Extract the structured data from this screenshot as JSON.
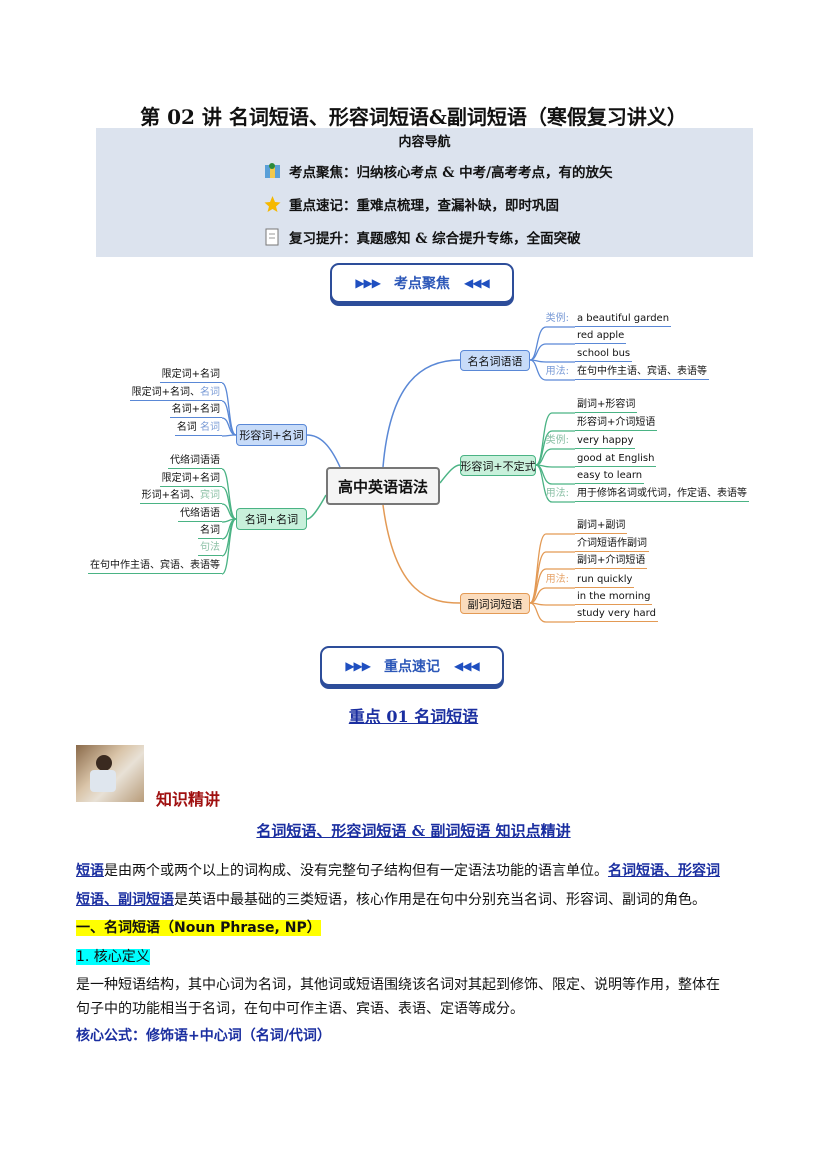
{
  "title": "第 02 讲  名词短语、形容词短语&副词短语（寒假复习讲义）",
  "nav": {
    "heading": "内容导航",
    "items": [
      {
        "icon": "map-icon",
        "label": "考点聚焦：归纳核心考点 & 中考/高考考点，有的放矢"
      },
      {
        "icon": "star-icon",
        "label": "重点速记：重难点梳理，查漏补缺，即时巩固"
      },
      {
        "icon": "document-icon",
        "label": "复习提升：真题感知 & 综合提升专练，全面突破"
      }
    ]
  },
  "section1": {
    "left": "▶▶▶",
    "label": "考点聚焦",
    "right": "◀◀◀"
  },
  "mindmap": {
    "center": "高中英语语法",
    "right": [
      {
        "node": "名名词语语",
        "leaves": [
          {
            "lab": "类例:",
            "text": "a beautiful garden"
          },
          {
            "text": "red apple"
          },
          {
            "text": "school bus"
          },
          {
            "lab": "用法:",
            "text": "在句中作主语、宾语、表语等"
          }
        ]
      },
      {
        "node": "形容词+不定式",
        "leaves": [
          {
            "text": "副词+形容词"
          },
          {
            "text": "形容词+介词短语"
          },
          {
            "lab": "类例:",
            "text": "very happy"
          },
          {
            "text": "good at English"
          },
          {
            "text": "easy to learn"
          },
          {
            "lab": "用法:",
            "text": "用于修饰名词或代词，作定语、表语等"
          }
        ]
      },
      {
        "node": "副词词短语",
        "leaves": [
          {
            "text": "副词+副词"
          },
          {
            "text": "介词短语作副词"
          },
          {
            "text": "副词+介词短语"
          },
          {
            "lab": "用法:",
            "text": "run quickly"
          },
          {
            "text": "in the morning"
          },
          {
            "text": "study very hard"
          }
        ]
      }
    ],
    "left": [
      {
        "node": "形容词+名词",
        "leaves": [
          {
            "text": "限定词+名词"
          },
          {
            "text": "限定词+名词、",
            "muted": "名词"
          },
          {
            "text": "名词+名词"
          },
          {
            "text": "名词  ",
            "muted": "名词"
          }
        ]
      },
      {
        "node": "名词+名词",
        "leaves": [
          {
            "text": "代络词语语"
          },
          {
            "text": "限定词+名词"
          },
          {
            "text": "形词+名词、",
            "muted": "宾词"
          },
          {
            "text": "代络语语"
          },
          {
            "text": "名词"
          },
          {
            "text": "",
            "muted": "句法"
          },
          {
            "text": "在句中作主语、宾语、表语等"
          }
        ]
      }
    ]
  },
  "section2": {
    "left": "▶▶▶",
    "label": "重点速记",
    "right": "◀◀◀"
  },
  "point_title": "重点 01  名词短语",
  "knowledge_label": "知识精讲",
  "subtitle": "名词短语、形容词短语  &  副词短语  知识点精讲",
  "intro": {
    "term": "短语",
    "text1": "是由两个或两个以上的词构成、没有完整句子结构但有一定语法功能的语言单位。",
    "link1": "名词短语、形容词",
    "link2": "短语、副词短语",
    "text2": "是英语中最基础的三类短语，核心作用是在句中分别充当名词、形容词、副词的角色。"
  },
  "heading1": "一、名词短语（Noun Phrase, NP）",
  "heading2": "1. 核心定义",
  "definition": [
    "是一种短语结构，其中心词为名词，其他词或短语围绕该名词对其起到修饰、限定、说明等作用，整体在",
    "句子中的功能相当于名词，在句中可作主语、宾语、表语、定语等成分。"
  ],
  "formula": "核心公式：修饰语+中心词（名词/代词）",
  "colors": {
    "link": "#1a2ea0",
    "knowledge": "#a01010",
    "highlight_yellow": "#ffff00",
    "highlight_cyan": "#00ffff",
    "nav_bg": "#dce3ee"
  }
}
